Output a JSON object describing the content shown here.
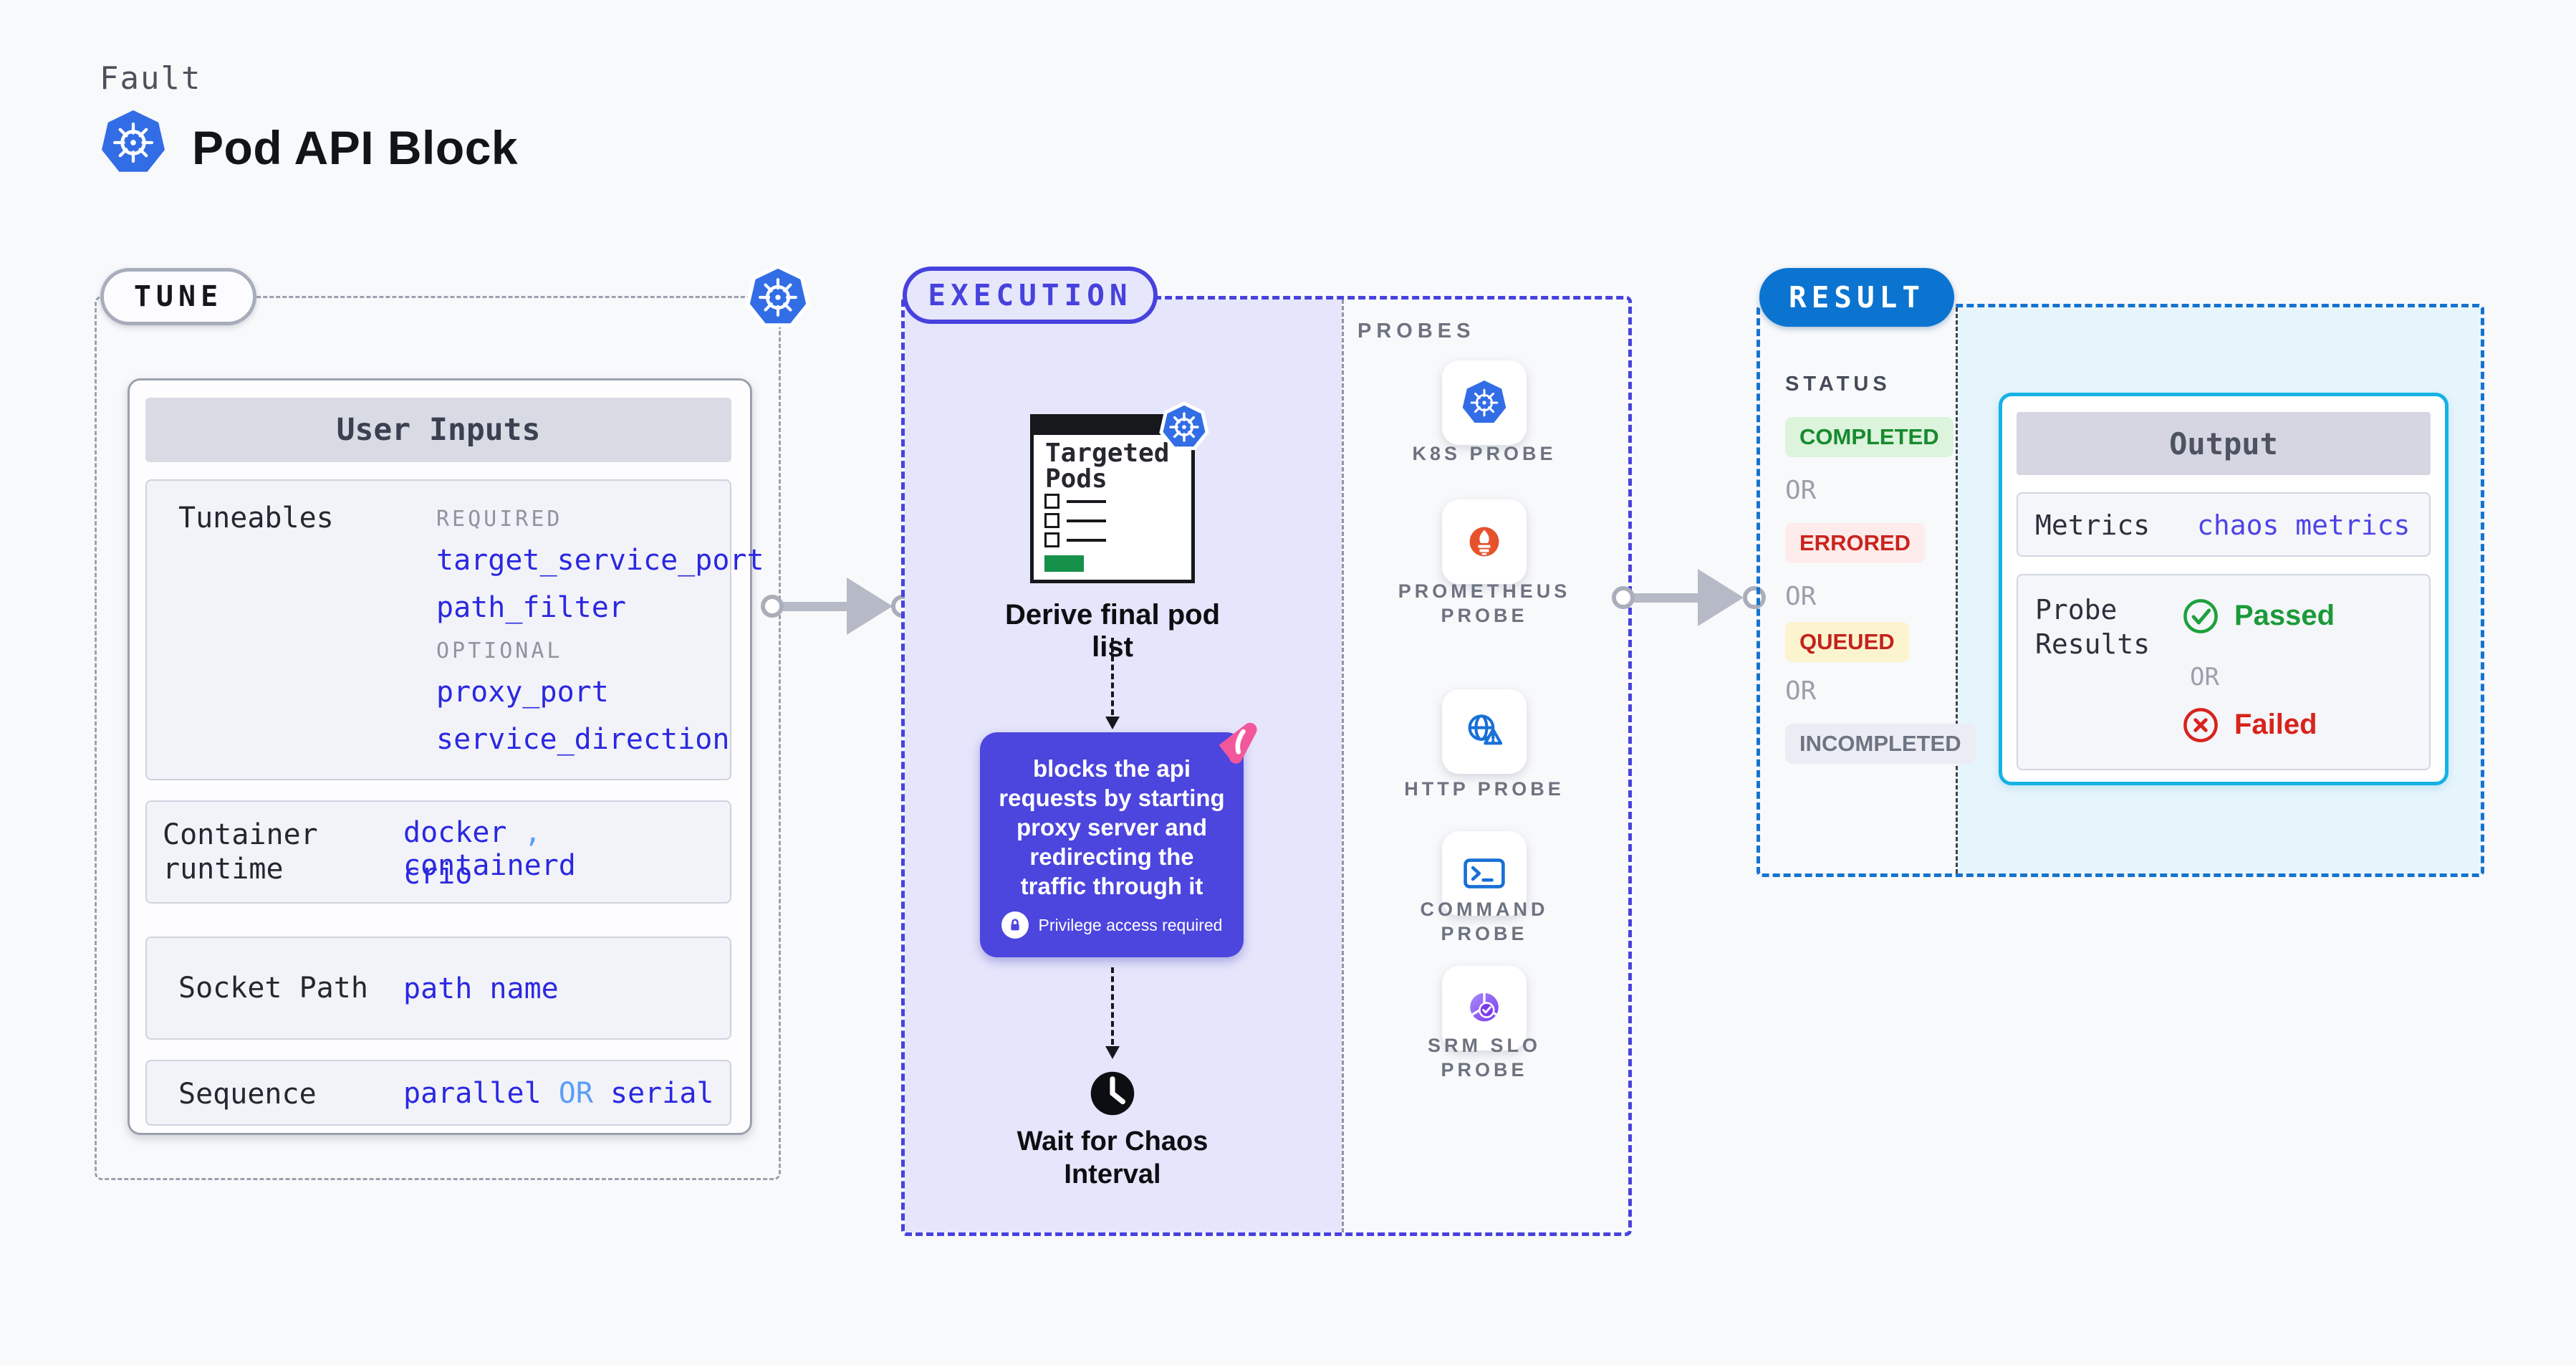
{
  "header": {
    "eyebrow": "Fault",
    "title": "Pod API Block"
  },
  "tune": {
    "badge": "TUNE",
    "card_title": "User Inputs",
    "tuneables": {
      "label": "Tuneables",
      "required_caption": "REQUIRED",
      "required_values": [
        "target_service_port",
        "path_filter"
      ],
      "optional_caption": "OPTIONAL",
      "optional_values": [
        "proxy_port",
        "service_direction"
      ]
    },
    "container_runtime": {
      "label": "Container runtime",
      "values": [
        "docker",
        "containerd",
        "crio"
      ],
      "separator": ","
    },
    "socket_path": {
      "label": "Socket Path",
      "value": "path name"
    },
    "sequence": {
      "label": "Sequence",
      "options": [
        "parallel",
        "serial"
      ],
      "connector": "OR"
    }
  },
  "execution": {
    "badge": "EXECUTION",
    "targeted_pods_title": "Targeted Pods",
    "derive_label": "Derive final pod list",
    "description": "blocks the api requests by starting proxy server and redirecting the traffic through it",
    "privilege_note": "Privilege access required",
    "wait_label": "Wait for Chaos Interval"
  },
  "probes": {
    "title": "PROBES",
    "items": [
      {
        "label": "K8S PROBE",
        "icon": "kubernetes-icon"
      },
      {
        "label": "PROMETHEUS PROBE",
        "icon": "prometheus-icon"
      },
      {
        "label": "HTTP PROBE",
        "icon": "http-globe-icon"
      },
      {
        "label": "COMMAND PROBE",
        "icon": "terminal-icon"
      },
      {
        "label": "SRM SLO PROBE",
        "icon": "slo-donut-icon"
      }
    ]
  },
  "result": {
    "badge": "RESULT",
    "status": {
      "title": "STATUS",
      "separator": "OR",
      "items": [
        {
          "label": "COMPLETED",
          "text_color": "#178a2e",
          "bg_color": "#dcf3dc"
        },
        {
          "label": "ERRORED",
          "text_color": "#cb241d",
          "bg_color": "#fdeceb"
        },
        {
          "label": "QUEUED",
          "text_color": "#c3231c",
          "bg_color": "#fcf3cf"
        },
        {
          "label": "INCOMPLETED",
          "text_color": "#6e7582",
          "bg_color": "#ecedf4"
        }
      ]
    },
    "output": {
      "title": "Output",
      "metrics_label": "Metrics",
      "metrics_value": "chaos metrics",
      "probe_results_label": "Probe Results",
      "passed": "Passed",
      "or": "OR",
      "failed": "Failed"
    }
  },
  "colors": {
    "kubernetes_blue": "#326de6",
    "execution_indigo": "#4742dd",
    "description_purple": "#4c45de",
    "result_blue": "#0b74d1",
    "output_border_cyan": "#14b2e6",
    "value_blue": "#2b28e0",
    "value_light_blue": "#5b9df6",
    "passed_green": "#1b9a38",
    "failed_red": "#d8231b",
    "prometheus_orange": "#e6522c",
    "litmus_pink": "#f2579c",
    "green_button": "#15914a"
  }
}
